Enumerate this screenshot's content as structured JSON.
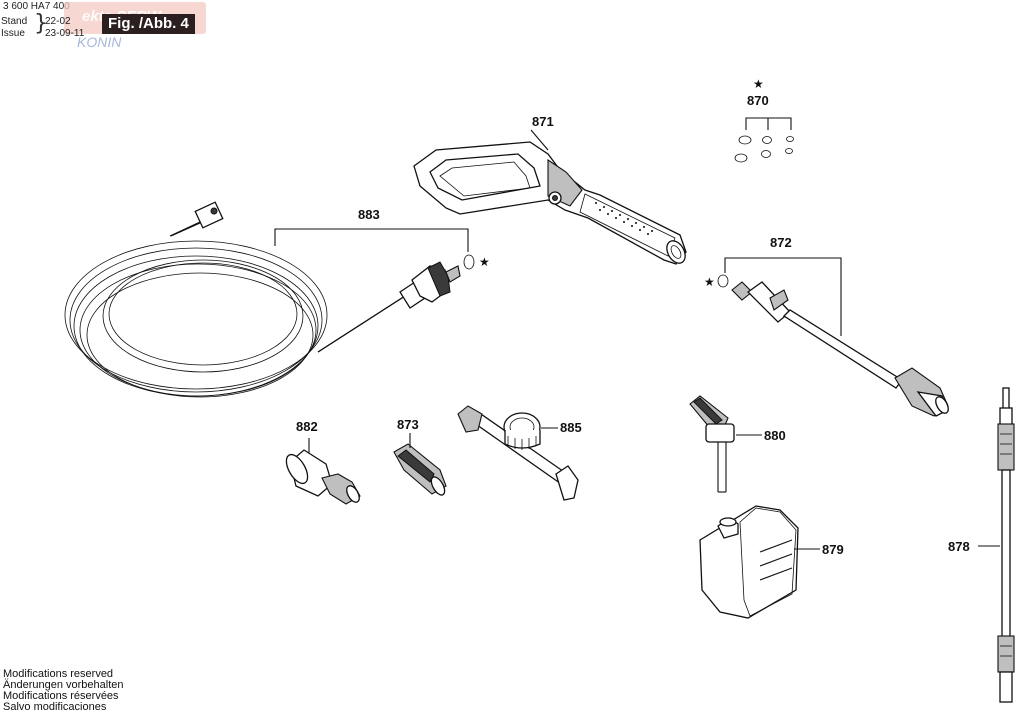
{
  "header": {
    "doc_number": "3 600 HA7 400",
    "stand_label": "Stand",
    "issue_label": "Issue",
    "stand_date": "22-02",
    "issue_date": "23-09-11",
    "fig_label": "Fig. /Abb. 4",
    "watermark_text": "ekta SERW",
    "watermark_sub": "KONIN"
  },
  "parts": {
    "p870": "870",
    "p871": "871",
    "p872": "872",
    "p873": "873",
    "p878": "878",
    "p879": "879",
    "p880": "880",
    "p882": "882",
    "p883": "883",
    "p885": "885"
  },
  "star_symbol": "★",
  "footer": [
    "Modifications reserved",
    "Änderungen vorbehalten",
    "Modifications réservées",
    "Salvo modificaciones"
  ]
}
